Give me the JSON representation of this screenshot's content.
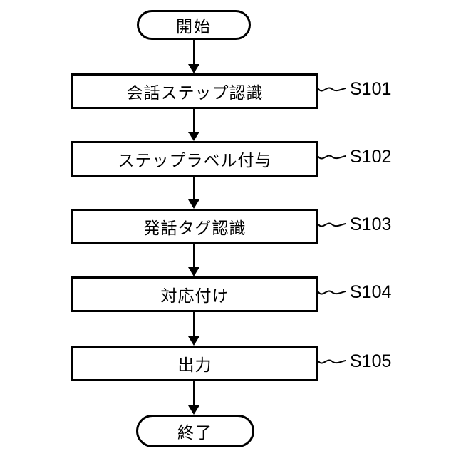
{
  "flowchart": {
    "start_label": "開始",
    "end_label": "終了",
    "steps": [
      {
        "label": "会話ステップ認識",
        "ref": "S101"
      },
      {
        "label": "ステップラベル付与",
        "ref": "S102"
      },
      {
        "label": "発話タグ認識",
        "ref": "S103"
      },
      {
        "label": "対応付け",
        "ref": "S104"
      },
      {
        "label": "出力",
        "ref": "S105"
      }
    ]
  }
}
